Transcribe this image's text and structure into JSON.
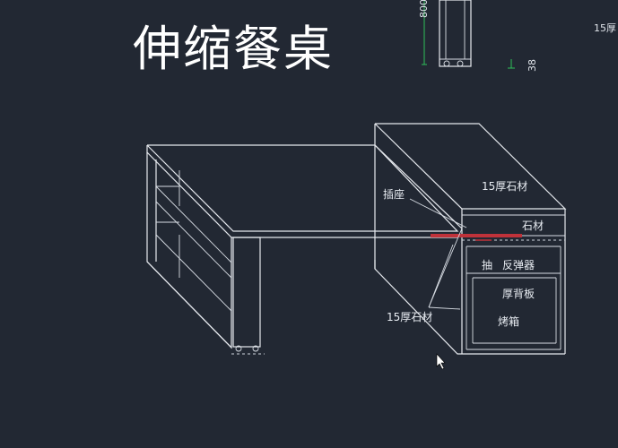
{
  "title": "伸缩餐桌",
  "top_dims": {
    "height_800": "800",
    "dim_38": "38",
    "label_15hou": "15厚"
  },
  "labels": {
    "socket": "插座",
    "stone_top_15": "15厚石材",
    "stone": "石材",
    "drawer": "抽",
    "rebound": "反弹器",
    "back_panel": "厚背板",
    "oven": "烤箱",
    "stone_side_15": "15厚石材"
  },
  "colors": {
    "background": "#222833",
    "lines": "#e6e9ee",
    "accent_red": "#c0323a",
    "dim_green": "#2fbf5a"
  }
}
